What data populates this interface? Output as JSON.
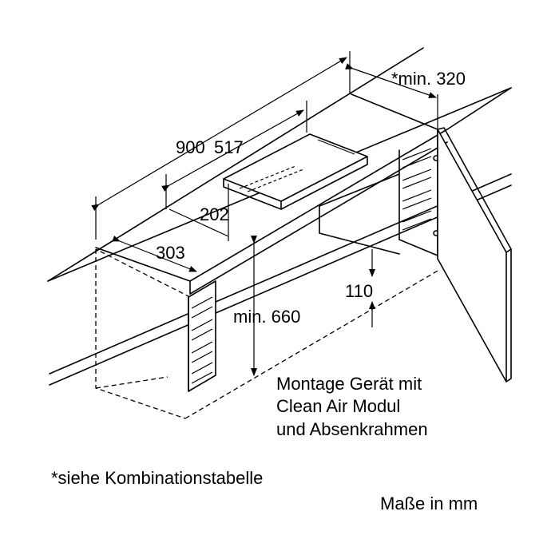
{
  "dimensions": {
    "width_900": "900",
    "cutout_517": "517",
    "depth_202": "202",
    "depth_303": "303",
    "min_320": "*min. 320",
    "min_660": "min. 660",
    "gap_110": "110"
  },
  "caption": {
    "line1": "Montage Gerät mit",
    "line2": "Clean Air Modul",
    "line3": "und Absenkrahmen"
  },
  "footnote": "*siehe Kombinationstabelle",
  "units_note": "Maße in mm"
}
